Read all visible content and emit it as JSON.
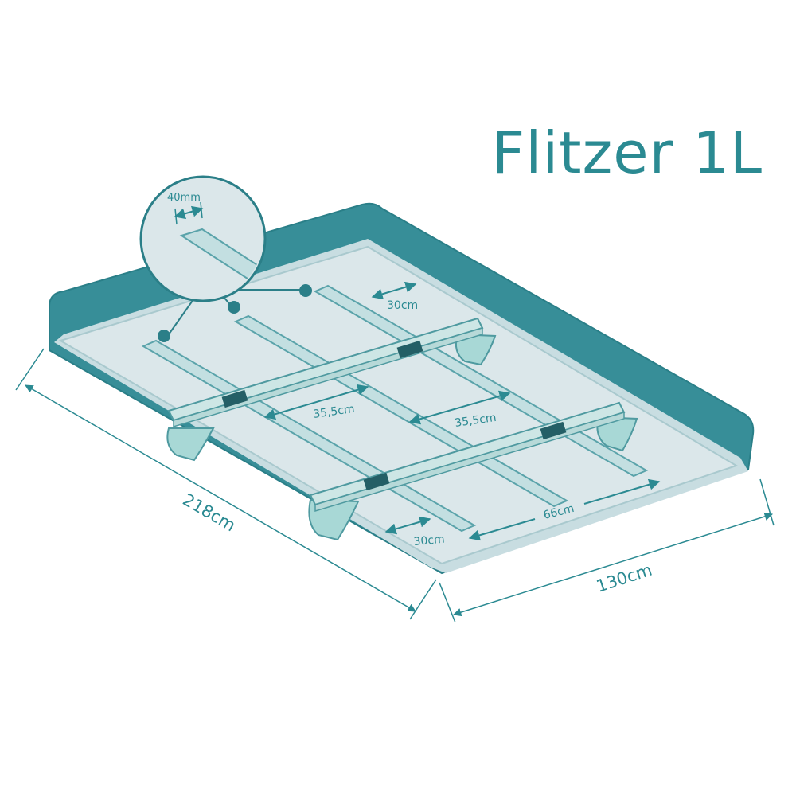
{
  "title": "Flitzer 1L",
  "colors": {
    "teal": "#378e98",
    "teal_dark": "#1f6e78",
    "roof_plate": "#dbe7ea",
    "roof_border": "#b9d4d8",
    "slot": "#c3dfe1",
    "bar": "#cde6e5",
    "bar_stroke": "#4f9aa0",
    "foot": "#a8d8d6",
    "text": "#2b8a92"
  },
  "labels": {
    "slot_width": "40mm",
    "gap_top": "30cm",
    "spacing_left": "35,5cm",
    "spacing_right": "35,5cm",
    "gap_bottom": "30cm",
    "bar_span": "66cm",
    "length": "218cm",
    "width": "130cm"
  }
}
